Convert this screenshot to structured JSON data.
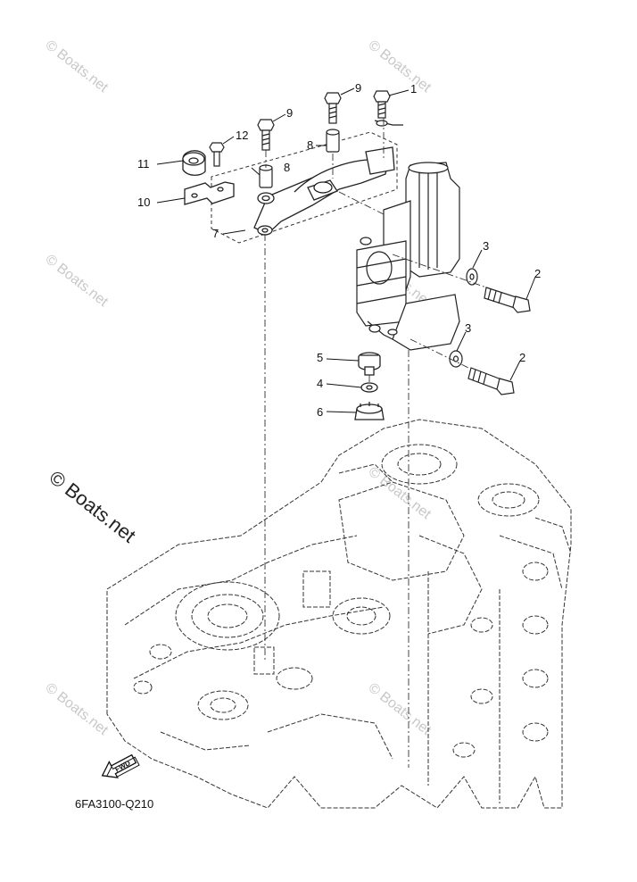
{
  "diagram": {
    "code": "6FA3100-Q210",
    "fwd_label": "FWD",
    "watermark_text": "© Boats.net",
    "callouts": [
      {
        "id": "c1",
        "label": "1"
      },
      {
        "id": "c2a",
        "label": "2"
      },
      {
        "id": "c2b",
        "label": "2"
      },
      {
        "id": "c3a",
        "label": "3"
      },
      {
        "id": "c3b",
        "label": "3"
      },
      {
        "id": "c4",
        "label": "4"
      },
      {
        "id": "c5",
        "label": "5"
      },
      {
        "id": "c6",
        "label": "6"
      },
      {
        "id": "c7",
        "label": "7"
      },
      {
        "id": "c8a",
        "label": "8"
      },
      {
        "id": "c8b",
        "label": "8"
      },
      {
        "id": "c9a",
        "label": "9"
      },
      {
        "id": "c9b",
        "label": "9"
      },
      {
        "id": "c10",
        "label": "10"
      },
      {
        "id": "c11",
        "label": "11"
      },
      {
        "id": "c12",
        "label": "12"
      }
    ]
  }
}
